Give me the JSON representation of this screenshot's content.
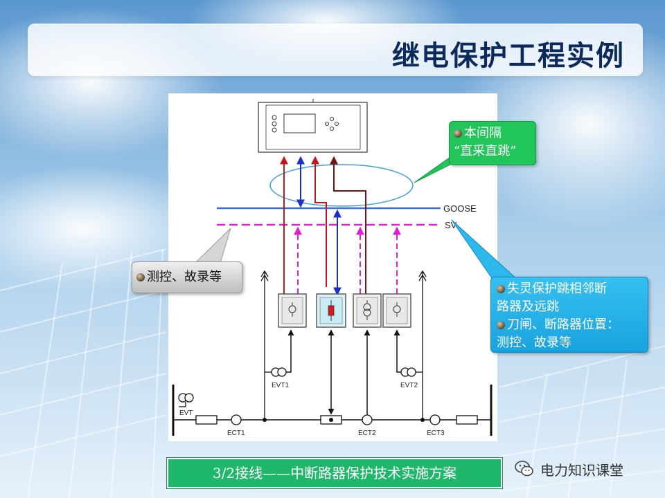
{
  "slide": {
    "title": "继电保护工程实例",
    "caption": "3/2接线——中断路器保护技术实施方案",
    "watermark": "电力知识课堂"
  },
  "diagram": {
    "bus_labels": {
      "goose": "GOOSE",
      "sv": "SV"
    },
    "equipment_labels": {
      "evt": "EVT",
      "evt1": "EVT1",
      "evt2": "EVT2",
      "ect1": "ECT1",
      "ect2": "ECT2",
      "ect3": "ECT3"
    }
  },
  "callouts": {
    "green": {
      "line1": "本间隔",
      "line2": "“直采直跳”"
    },
    "gray": {
      "text": "测控、故录等"
    },
    "blue": {
      "item1_line1": "失灵保护跳相邻断",
      "item1_line2": "路器及远跳",
      "item2_line1": "刀闸、断路器位置：",
      "item2_line2": "测控、故录等"
    }
  },
  "colors": {
    "goose_bus": "#3d6fd8",
    "sv_bus": "#e020d0",
    "trip_red": "#c0181c",
    "dark_red": "#7a1212",
    "blue_arrow": "#1a2ed0",
    "callout_green": "#22c55a",
    "callout_blue": "#1aa2de",
    "caption_green": "#1fb86a",
    "title": "#0d2a5c"
  }
}
